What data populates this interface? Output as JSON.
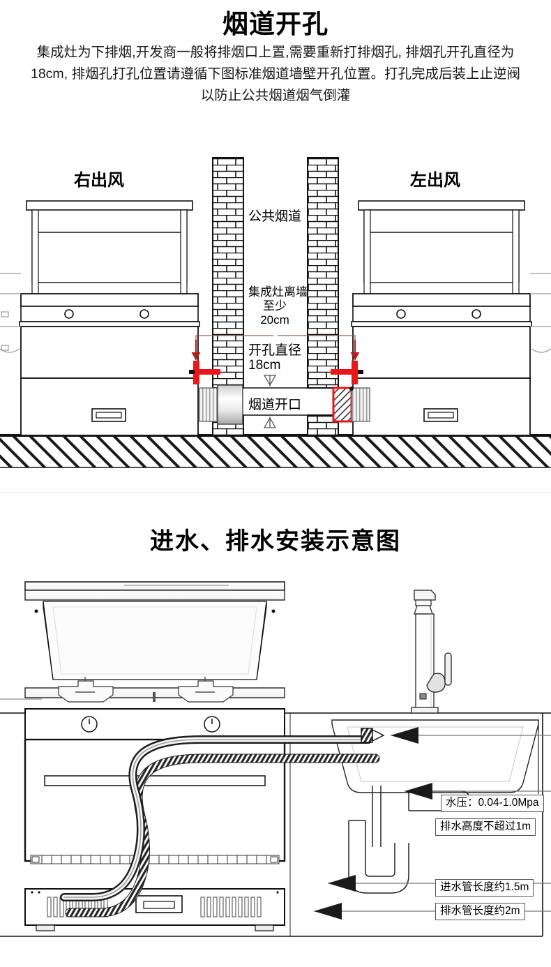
{
  "section1": {
    "title": "烟道开孔",
    "description": "集成灶为下排烟,开发商一般将排烟口上置,需要重新打排烟孔, 排烟孔开孔直径为18cm, 排烟孔打孔位置请遵循下图标准烟道墙壁开孔位置。打孔完成后装上止逆阀以防止公共烟道烟气倒灌",
    "left_stove_label": "右出风",
    "right_stove_label": "左出风",
    "labels": {
      "public_flue": "公共烟道",
      "wall_gap": "集成灶离墙",
      "wall_gap_line2": "至少",
      "wall_gap_line3": "20cm",
      "hole_diameter": "开孔直径",
      "hole_diameter_value": "18cm",
      "flue_opening": "烟道开口"
    }
  },
  "section2": {
    "title": "进水、排水安装示意图",
    "callouts": [
      {
        "text": "水压：0.04-1.0Mpa"
      },
      {
        "text": "排水高度不超过1m"
      },
      {
        "text": "进水管长度约1.5m"
      },
      {
        "text": "排水管长度约2m"
      }
    ]
  },
  "colors": {
    "marker_red": "#e8171a",
    "arrow_dark_red": "#b02020",
    "line": "#1a1a1a",
    "light_line": "#8c8c8c"
  }
}
